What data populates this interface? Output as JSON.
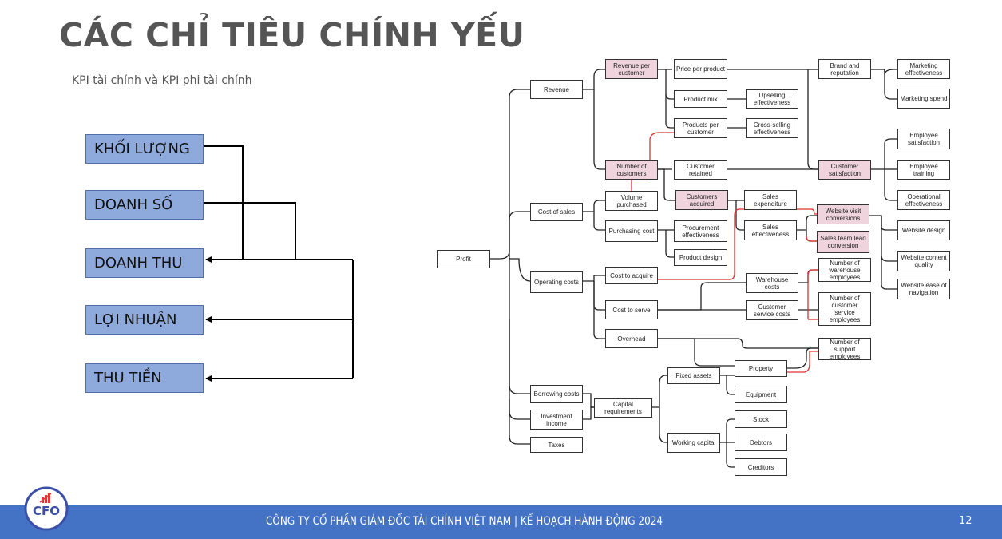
{
  "title": "CÁC CHỈ TIÊU CHÍNH YẾU",
  "subtitle": "KPI tài chính và KPI phi tài chính",
  "kpi_boxes": [
    "KHỐI LƯỢNG",
    "DOANH SỐ",
    "DOANH THU",
    "LỢI NHUẬN",
    "THU TIỀN"
  ],
  "tree": {
    "profit": "Profit",
    "revenue": "Revenue",
    "cost_of_sales": "Cost of sales",
    "operating_costs": "Operating costs",
    "borrowing_costs": "Borrowing costs",
    "investment_income": "Investment income",
    "taxes": "Taxes",
    "revenue_per_customer": "Revenue per customer",
    "number_of_customers": "Number of customers",
    "price_per_product": "Price per product",
    "product_mix": "Product mix",
    "products_per_customer": "Products per customer",
    "upselling_effectiveness": "Upselling effectiveness",
    "cross_selling_effectiveness": "Cross-selling effectiveness",
    "customer_retained": "Customer retained",
    "volume_purchased": "Volume purchased",
    "customers_acquired": "Customers acquired",
    "purchasing_cost": "Purchasing cost",
    "procurement_effectiveness": "Procurement effectiveness",
    "product_design": "Product design",
    "sales_expenditure": "Sales expenditure",
    "sales_effectiveness": "Sales effectiveness",
    "brand_and_reputation": "Brand and reputation",
    "marketing_effectiveness": "Marketing effectiveness",
    "marketing_spend": "Marketing spend",
    "customer_satisfaction": "Customer satisfaction",
    "employee_satisfaction": "Employee satisfaction",
    "employee_training": "Employee training",
    "operational_effectiveness": "Operational effectiveness",
    "website_visit_conversions": "Website visit conversions",
    "sales_team_lead_conversion": "Sales team lead conversion",
    "website_design": "Website design",
    "website_content_quality": "Website content quality",
    "website_ease_of_navigation": "Website ease of navigation",
    "cost_to_acquire": "Cost to acquire",
    "cost_to_serve": "Cost to serve",
    "overhead": "Overhead",
    "warehouse_costs": "Warehouse costs",
    "customer_service_costs": "Customer service costs",
    "number_of_warehouse_employees": "Number of warehouse employees",
    "number_of_customer_service_employees": "Number of customer service employees",
    "number_of_support_employees": "Number of support employees",
    "capital_requirements": "Capital requirements",
    "fixed_assets": "Fixed assets",
    "working_capital": "Working capital",
    "property": "Property",
    "equipment": "Equipment",
    "stock": "Stock",
    "debtors": "Debtors",
    "creditors": "Creditors"
  },
  "colors": {
    "footer": "#4472c4",
    "kpi_box": "#8ea9db",
    "highlight_node": "#efd4de",
    "highlight_line": "#e03030"
  },
  "footer": {
    "logo_text": "CFO",
    "text": "CÔNG TY CỔ PHẦN GIÁM ĐỐC TÀI CHÍNH VIỆT NAM | KẾ HOẠCH HÀNH ĐỘNG 2024",
    "page_number": "12"
  }
}
